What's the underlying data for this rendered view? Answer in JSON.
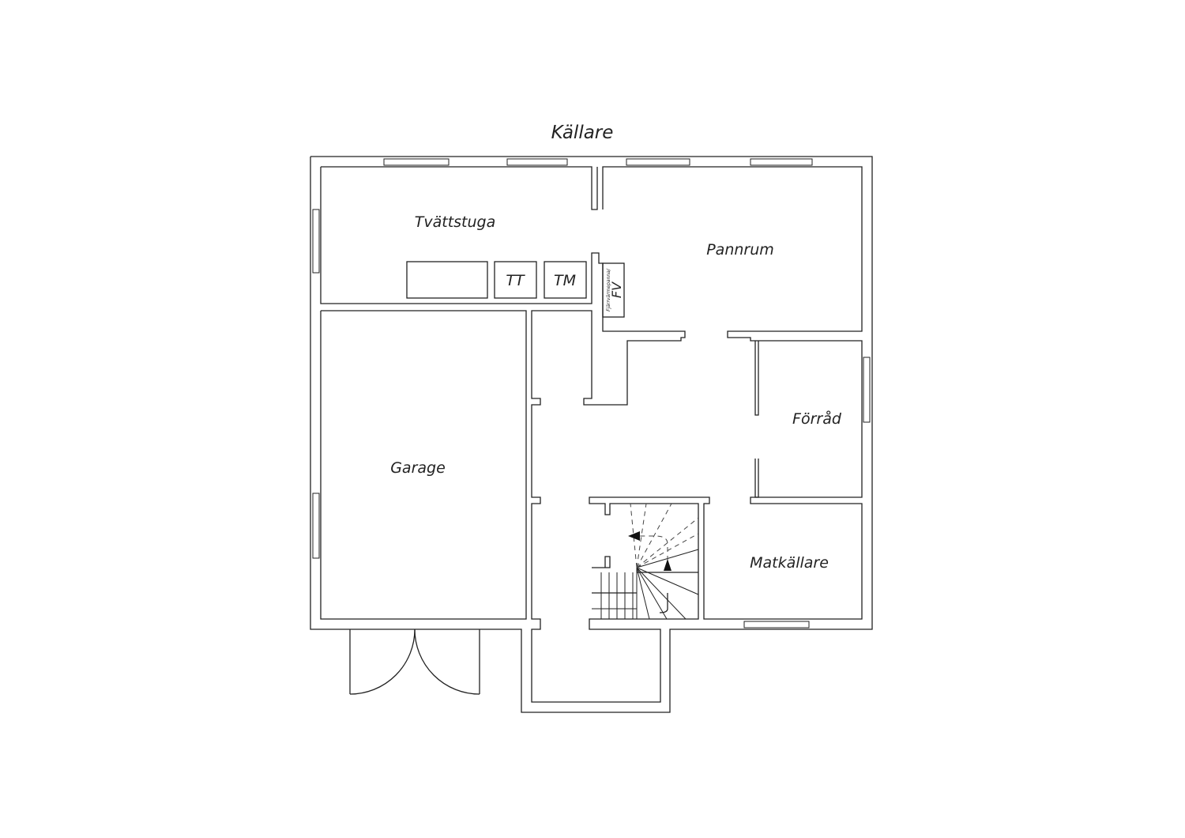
{
  "title": "Källare",
  "rooms": {
    "tvattstuga": "Tvättstuga",
    "pannrum": "Pannrum",
    "garage": "Garage",
    "forrad": "Förråd",
    "matkallare": "Matkällare"
  },
  "fixtures": {
    "tt": "TT",
    "tm": "TM",
    "fv": "FV",
    "fv_note": "Fjärrvärmepanna/"
  }
}
